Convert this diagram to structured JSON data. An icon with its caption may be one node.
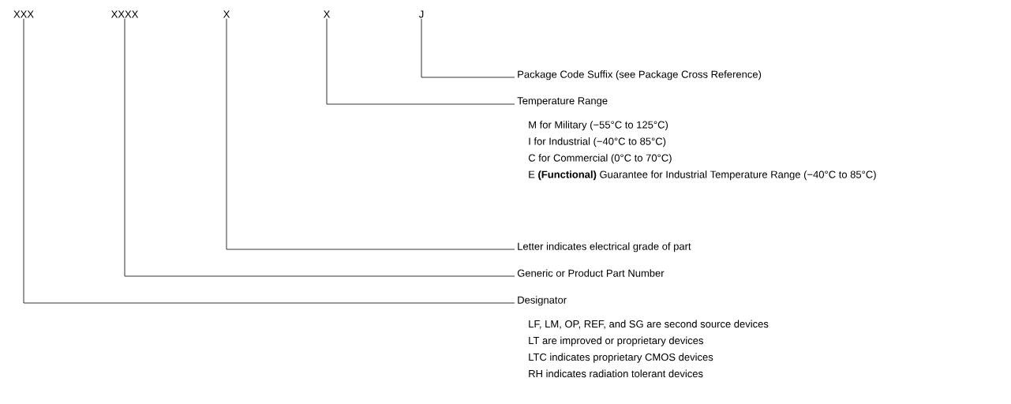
{
  "diagram": {
    "nodes": [
      {
        "text": [
          "XXX"
        ]
      },
      {
        "text": [
          "XXXX"
        ]
      },
      {
        "text": [
          "X"
        ]
      },
      {
        "text": [
          "X"
        ]
      },
      {
        "text": [
          "J"
        ]
      },
      {
        "text": [
          "Package Code Suffix (see Package Cross Reference)"
        ]
      },
      {
        "text": [
          "Temperature Range",
          "M for Military (−55°C to 125°C)",
          "I for Industrial (−40°C to 85°C)",
          "C for Commercial (0°C to 70°C)",
          "E **(Functional)** Guarantee for Industrial Temperature Range (−40°C to 85°C)"
        ]
      },
      {
        "text": [
          "Letter indicates electrical grade of part"
        ]
      },
      {
        "text": [
          "Generic or Product Part Number"
        ]
      },
      {
        "text": [
          "Designator",
          "LF, LM, OP, REF, and SG are second source devices",
          "LT are improved or proprietary devices",
          "LTC indicates proprietary CMOS devices",
          "RH indicates radiation tolerant devices"
        ]
      }
    ],
    "edges": [
      {
        "from": 4,
        "to": 5,
        "arrow": "none"
      },
      {
        "from": 3,
        "to": 6,
        "arrow": "none"
      },
      {
        "from": 2,
        "to": 7,
        "arrow": "none"
      },
      {
        "from": 1,
        "to": 8,
        "arrow": "none"
      },
      {
        "from": 0,
        "to": 9,
        "arrow": "none"
      }
    ]
  }
}
